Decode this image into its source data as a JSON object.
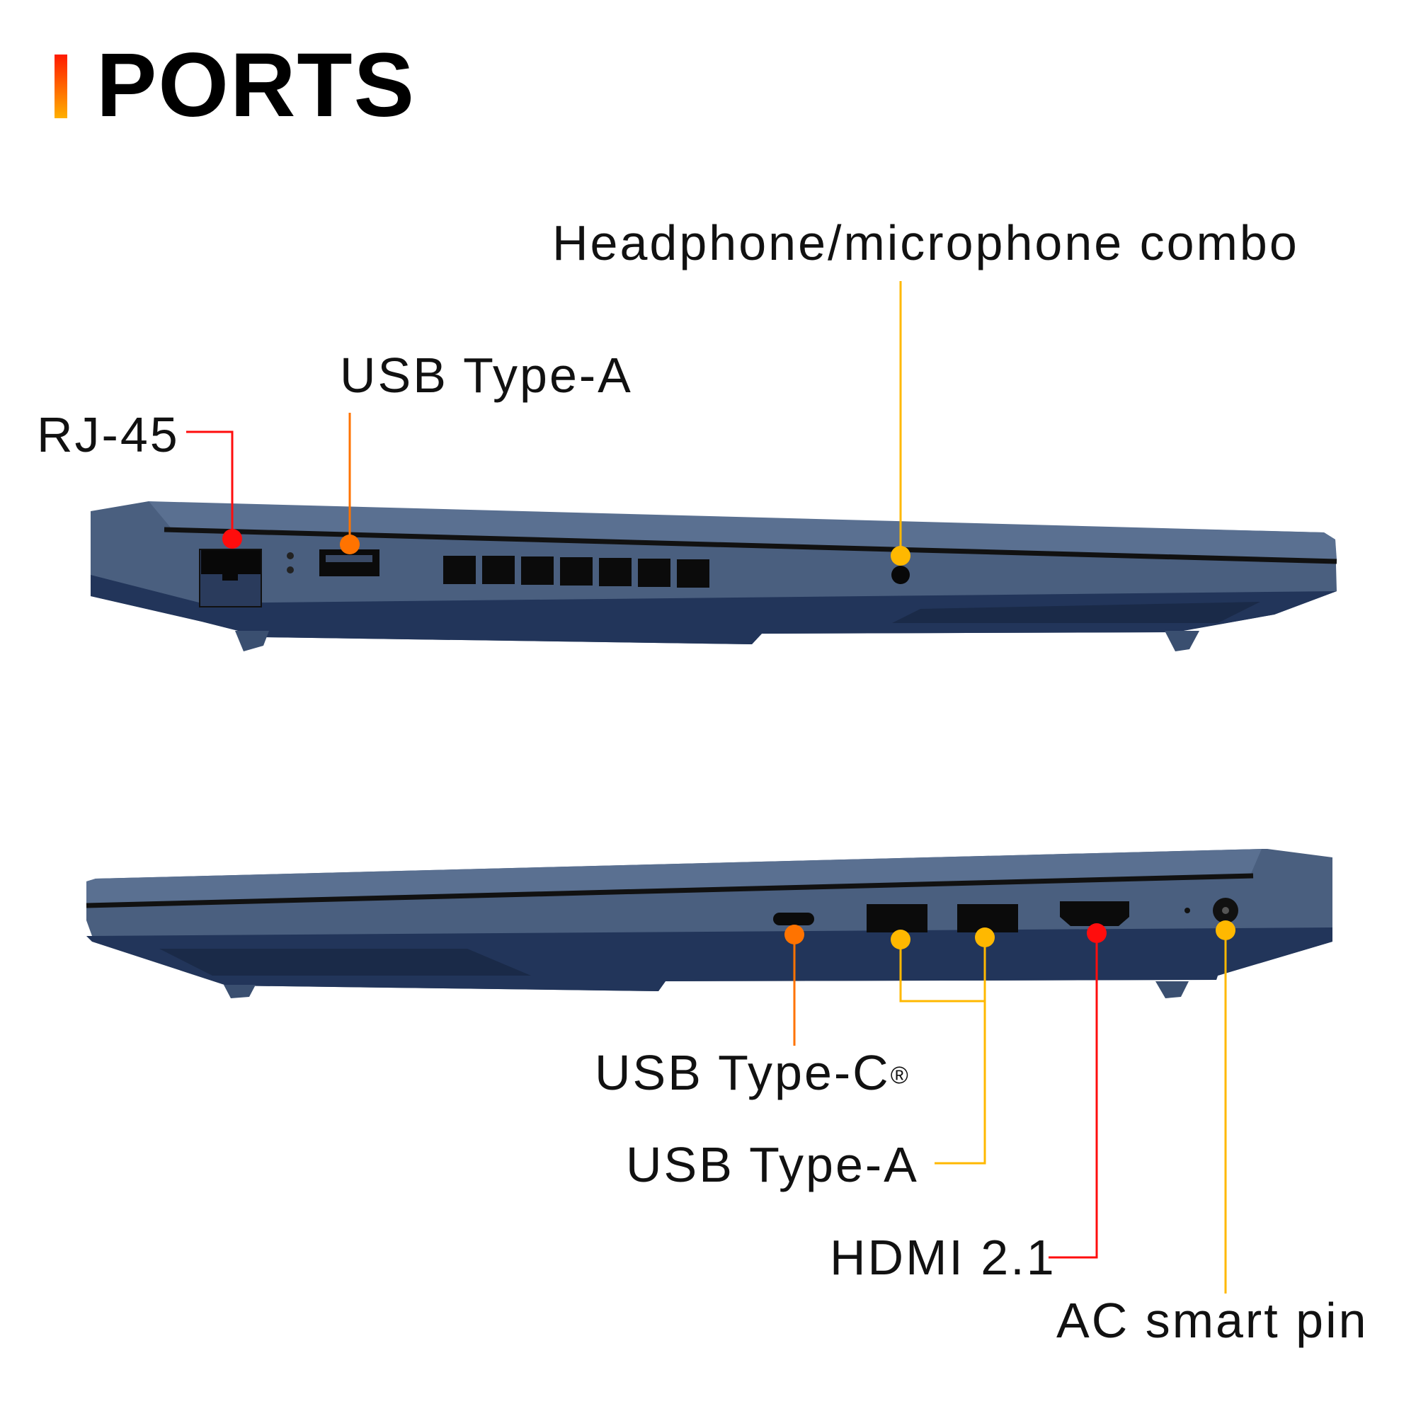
{
  "title": "PORTS",
  "colors": {
    "red": "#ff0d0d",
    "orange": "#ff7300",
    "yellow": "#ffb800",
    "chassis": "#4a5f7f",
    "chassis_dark": "#22355a"
  },
  "left_side": {
    "callouts": [
      {
        "label": "RJ-45",
        "color": "red"
      },
      {
        "label": "USB Type-A",
        "color": "orange"
      },
      {
        "label": "Headphone/microphone combo",
        "color": "yellow"
      }
    ]
  },
  "right_side": {
    "callouts": [
      {
        "label": "USB Type-C",
        "mark": "®",
        "color": "orange"
      },
      {
        "label": "USB Type-A",
        "color": "yellow"
      },
      {
        "label": "HDMI 2.1",
        "color": "red"
      },
      {
        "label": "AC smart pin",
        "color": "yellow"
      }
    ]
  }
}
